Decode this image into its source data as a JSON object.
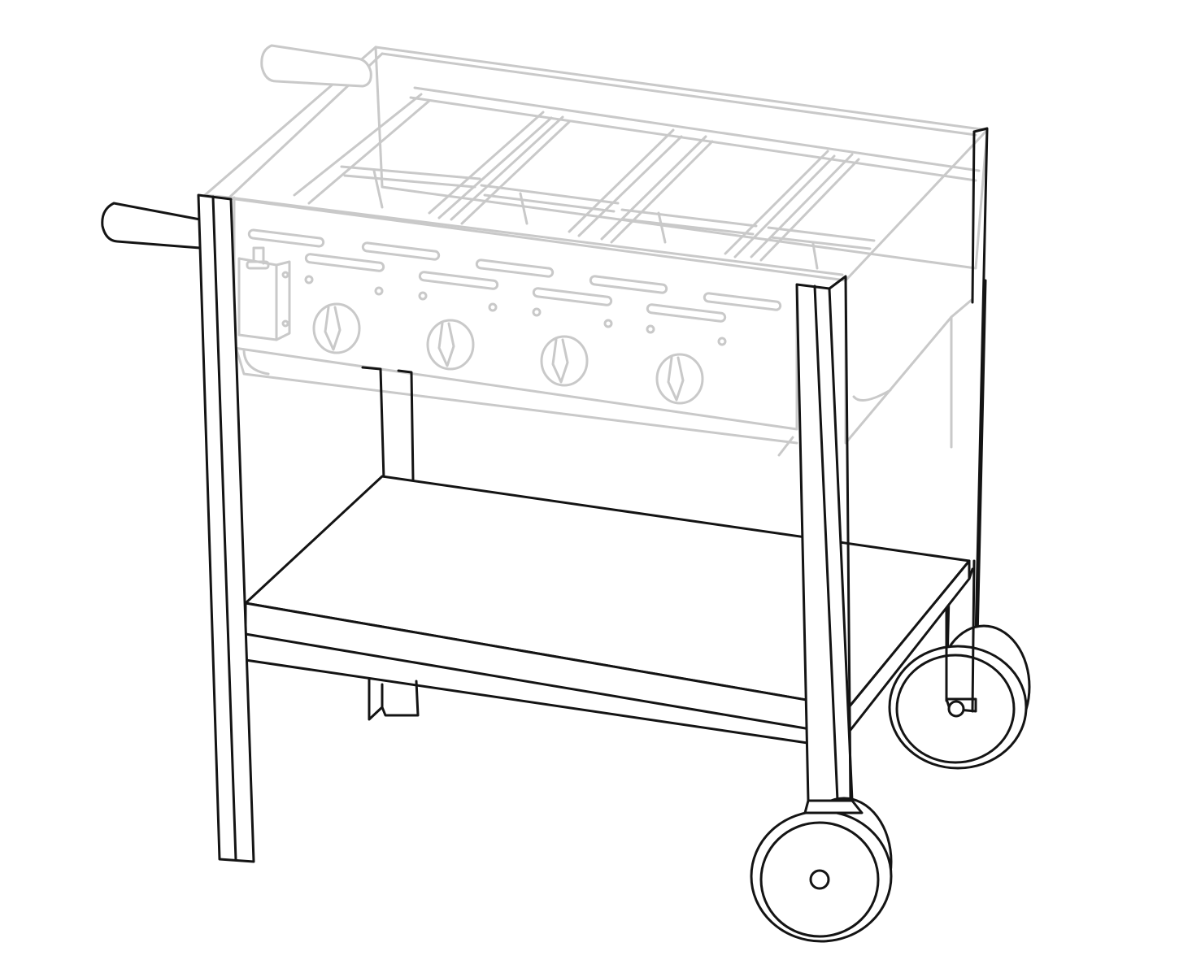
{
  "figure": {
    "subject": "grill-cart-assembly-line-drawing",
    "background_color": "#ffffff",
    "highlight_color": "#141414",
    "faded_color": "#c9c9c9",
    "highlighted_parts": [
      "cart-frame-legs",
      "bottom-shelf",
      "wheels"
    ],
    "faded_parts": [
      "grill-body",
      "grates",
      "control-knobs",
      "handles",
      "gas-igniter"
    ],
    "knob_count": 4,
    "wheel_count": 2
  }
}
